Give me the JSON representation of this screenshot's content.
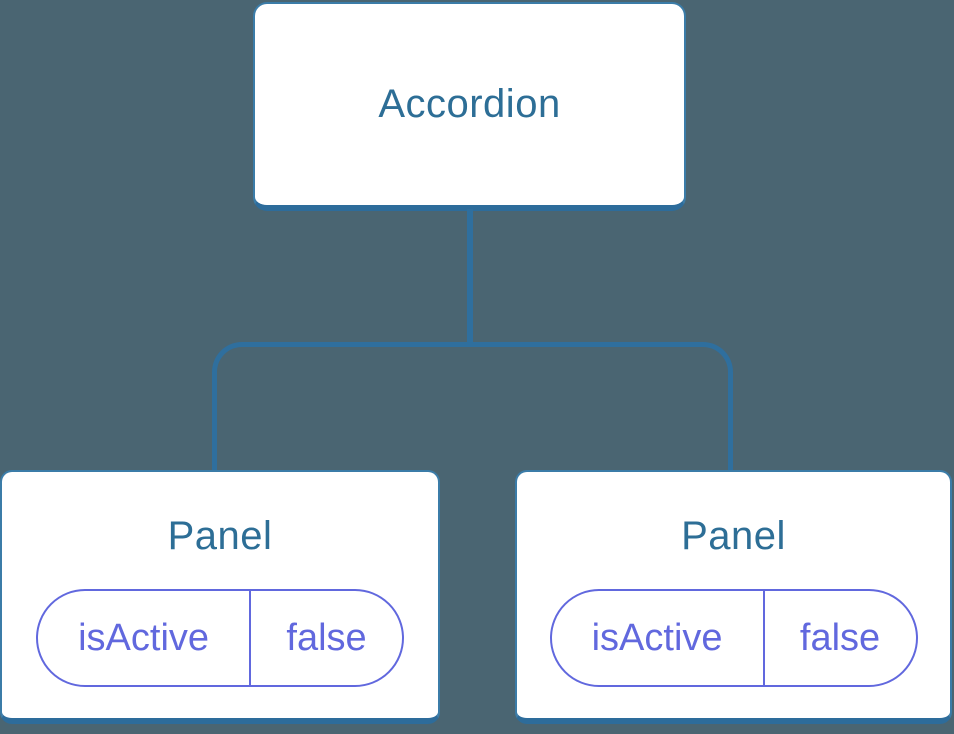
{
  "diagram": {
    "description": "component-tree",
    "root": {
      "label": "Accordion"
    },
    "children": [
      {
        "label": "Panel",
        "state": {
          "key": "isActive",
          "value": "false"
        }
      },
      {
        "label": "Panel",
        "state": {
          "key": "isActive",
          "value": "false"
        }
      }
    ]
  },
  "colors": {
    "background": "#4A6572",
    "connector": "#2F6F9E",
    "node_bg": "#FFFFFF",
    "node_border": "#3B7CA8",
    "node_border_bottom": "#2D6C9B",
    "node_text": "#2D6E96",
    "state": "#6168DE"
  }
}
